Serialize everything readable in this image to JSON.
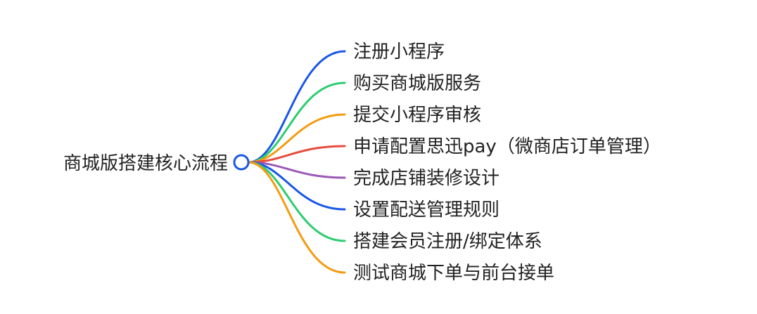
{
  "mindmap": {
    "root": {
      "label": "商城版搭建核心流程"
    },
    "branches": [
      {
        "label": "注册小程序",
        "color": "#1a56e8"
      },
      {
        "label": "购买商城版服务",
        "color": "#2ecc71"
      },
      {
        "label": "提交小程序审核",
        "color": "#f39c12"
      },
      {
        "label": "申请配置思迅pay（微商店订单管理）",
        "color": "#e74c3c"
      },
      {
        "label": "完成店铺装修设计",
        "color": "#9b59b6"
      },
      {
        "label": "设置配送管理规则",
        "color": "#1a56e8"
      },
      {
        "label": "搭建会员注册/绑定体系",
        "color": "#2ecc71"
      },
      {
        "label": "测试商城下单与前台接单",
        "color": "#f39c12"
      }
    ],
    "root_circle_color": "#1a56e8"
  }
}
